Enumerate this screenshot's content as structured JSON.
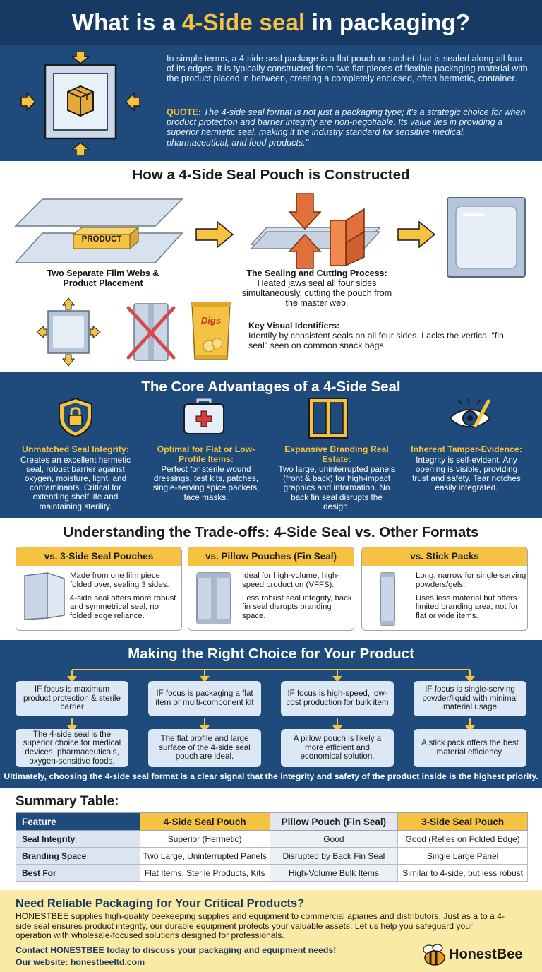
{
  "header": {
    "title_pre": "What is a ",
    "title_highlight": "4-Side seal",
    "title_post": " in packaging?"
  },
  "intro": {
    "text": "In simple terms, a 4-side seal package is a flat pouch or sachet that is sealed along all four of its edges. It is typically constructed from two flat pieces of flexible packaging material with the product placed in between, creating a completely enclosed, often hermetic, container.",
    "quote_label": "QUOTE:",
    "quote_text": " The 4-side seal format is not just a packaging type; it's a strategic choice for when product protection and barrier integrity are non-negotiable. Its value lies in providing a superior hermetic seal, making it the industry standard for sensitive medical, pharmaceutical, and food products.\""
  },
  "construction": {
    "title": "How a 4-Side Seal Pouch is Constructed",
    "product_label": "PRODUCT",
    "step1_caption": "Two Separate Film Webs & Product Placement",
    "step2_title": "The Sealing and Cutting Process:",
    "step2_text": "Heated jaws seal all four sides simultaneously, cutting the pouch from the master web.",
    "snack_brand": "Digs",
    "identifiers_title": "Key Visual Identifiers:",
    "identifiers_text": "Identify by consistent seals on all four sides. Lacks the vertical \"fin seal\" seen on common snack bags."
  },
  "advantages": {
    "title": "The Core Advantages of a 4-Side Seal",
    "items": [
      {
        "title": "Unmatched Seal Integrity:",
        "text": "Creates an excellent hermetic seal, robust barrier against oxygen, moisture, light, and contaminants. Critical for extending shelf life and maintaining sterility.",
        "icon": "shield-lock-icon"
      },
      {
        "title": "Optimal for Flat or Low-Profile Items:",
        "text": "Perfect for sterile wound dressings, test kits, patches, single-serving spice packets, face masks.",
        "icon": "first-aid-kit-icon"
      },
      {
        "title": "Expansive Branding Real Estate:",
        "text": "Two large, uninterrupted panels (front & back) for high-impact graphics and information. No back fin seal disrupts the design.",
        "icon": "panels-icon"
      },
      {
        "title": "Inherent Tamper-Evidence:",
        "text": "Integrity is self-evident. Any opening is visible, providing trust and safety. Tear notches easily integrated.",
        "icon": "eye-icon"
      }
    ]
  },
  "tradeoffs": {
    "title": "Understanding the Trade-offs: 4-Side Seal vs. Other Formats",
    "cards": [
      {
        "title": "vs. 3-Side Seal Pouches",
        "p1": "Made from one film piece folded over, sealing 3 sides.",
        "p2": "4-side seal offers more robust and symmetrical seal, no folded edge reliance."
      },
      {
        "title": "vs. Pillow Pouches (Fin Seal)",
        "p1": "Ideal for high-volume, high-speed production (VFFS).",
        "p2": "Less robust seal integrity, back fin seal disrupts branding space."
      },
      {
        "title": "vs. Stick Packs",
        "p1": "Long, narrow for single-serving powders/gels.",
        "p2": "Uses less material but offers limited branding area, not for flat or wide items."
      }
    ]
  },
  "choice": {
    "title": "Making the Right Choice for Your Product",
    "conditions": [
      "IF focus is maximum product protection & sterile barrier",
      "IF focus is packaging a flat item or multi-component kit",
      "IF focus is high-speed, low-cost production for bulk item",
      "IF focus is single-serving powder/liquid with minimal material usage"
    ],
    "results": [
      "The 4-side seal is the superior choice for medical devices, pharmaceuticals, oxygen-sensitive foods.",
      "The flat profile and large surface of the 4-side seal pouch are ideal.",
      "A pillow pouch is likely a more efficient and economical solution.",
      "A stick pack offers the best material efficiency."
    ],
    "final": "Ultimately, choosing the 4-side seal format is a clear signal that the integrity and safety of the product inside is the highest priority."
  },
  "summary": {
    "title": "Summary Table:",
    "headers": [
      "Feature",
      "4-Side Seal Pouch",
      "Pillow Pouch (Fin Seal)",
      "3-Side Seal Pouch"
    ],
    "rows": [
      [
        "Seal Integrity",
        "Superior (Hermetic)",
        "Good",
        "Good (Relies on Folded Edge)"
      ],
      [
        "Branding Space",
        "Two Large, Uninterrupted Panels",
        "Disrupted by Back Fin Seal",
        "Single Large Panel"
      ],
      [
        "Best For",
        "Flat Items, Sterile Products, Kits",
        "High-Volume Bulk Items",
        "Similar to 4-side, but less robust"
      ]
    ]
  },
  "footer": {
    "title": "Need Reliable Packaging for Your Critical Products?",
    "text": "HONESTBEE supplies high-quality beekeeping supplies and equipment to commercial apiaries and distributors. Just as a to a 4-side seal ensures product integrity, our durable equipment protects your valuable assets. Let us help you safeguard your operation with wholesale-focused solutions designed for professionals.",
    "contact": "Contact HONESTBEE today to discuss your packaging and equipment needs!",
    "website": "Our website: honestbeeltd.com",
    "logo_text": "HonestBee"
  },
  "colors": {
    "navy": "#1f4a7c",
    "dark_navy": "#163a63",
    "accent": "#f5c242",
    "cream": "#fbe9a6"
  }
}
